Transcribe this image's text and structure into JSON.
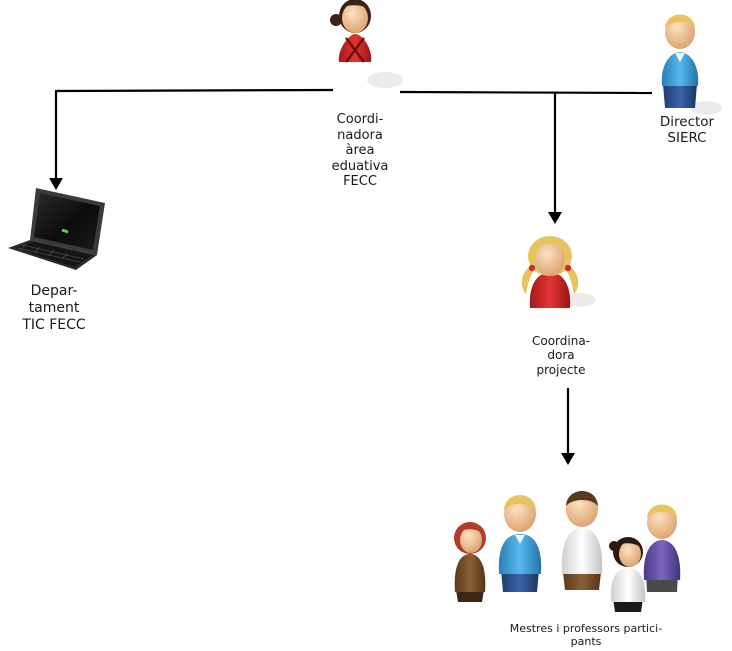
{
  "nodes": {
    "coordinator_area": {
      "lines": [
        "Coordi-",
        "nadora",
        "àrea",
        "eduativa",
        "FECC"
      ]
    },
    "director": {
      "lines": [
        "Director",
        "SIERC"
      ]
    },
    "it_department": {
      "lines": [
        "Depar-",
        "tament",
        "TIC FECC"
      ]
    },
    "project_coordinator": {
      "lines": [
        "Coordina-",
        "dora",
        "projecte"
      ]
    },
    "teachers": {
      "lines": [
        "Mestres i professors partici-",
        "pants"
      ]
    }
  },
  "icons": {
    "coordinator_area": "woman-red-avatar-icon",
    "director": "man-blue-avatar-icon",
    "it_department": "laptop-icon",
    "project_coordinator": "girl-avatar-icon",
    "teachers": "group-of-people-icon"
  },
  "colors": {
    "line": "#000000",
    "skin": "#f2c89b",
    "red": "#d42a2a",
    "blue": "#3fa2db",
    "dark_hair": "#3a2016",
    "blonde": "#e8c45e"
  }
}
